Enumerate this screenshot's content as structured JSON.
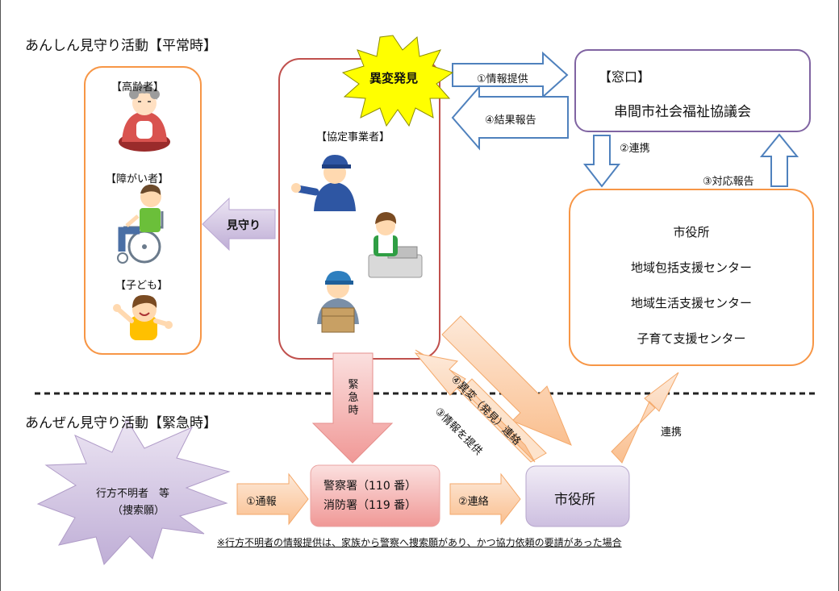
{
  "normal": {
    "title": "あんしん見守り活動【平常時】",
    "targets": {
      "elderly": "【高齢者】",
      "disabled": "【障がい者】",
      "children": "【子ども】"
    },
    "watch_label": "見守り",
    "business": {
      "header": "【協定事業者】",
      "anomaly_burst": "異変発見"
    },
    "arrows": {
      "info_provide": "①情報提供",
      "result_report": "④結果報告",
      "coordinate": "②連携",
      "response_report": "③対応報告"
    },
    "window": {
      "label": "【窓口】",
      "name": "串間市社会福祉協議会"
    },
    "agencies": [
      "市役所",
      "地域包括支援センター",
      "地域生活支援センター",
      "子育て支援センター"
    ]
  },
  "emergency": {
    "title": "あんぜん見守り活動【緊急時】",
    "emergency_label": "緊急時",
    "missing_line1": "行方不明者　等",
    "missing_line2": "（捜索願）",
    "report_arrow": "①通報",
    "police": "警察署（110 番）",
    "fire": "消防署（119 番）",
    "contact_arrow": "②連絡",
    "city_hall": "市役所",
    "anomaly_contact": "④異変（発見）連絡",
    "info_provide": "③情報を提供",
    "coordinate": "連携",
    "footnote": "※行方不明者の情報提供は、家族から警察へ捜索願があり、かつ協力依頼の要請があった場合"
  },
  "colors": {
    "orange_border": "#f79646",
    "red_border": "#c0504d",
    "purple_border": "#8064a2",
    "blue_arrow": "#4f81bd",
    "purple_fill": "#ccc0da",
    "pink_fill": "#f2b8b6",
    "peach_fill": "#fcd5b4",
    "yellow_burst": "#ffff00"
  }
}
